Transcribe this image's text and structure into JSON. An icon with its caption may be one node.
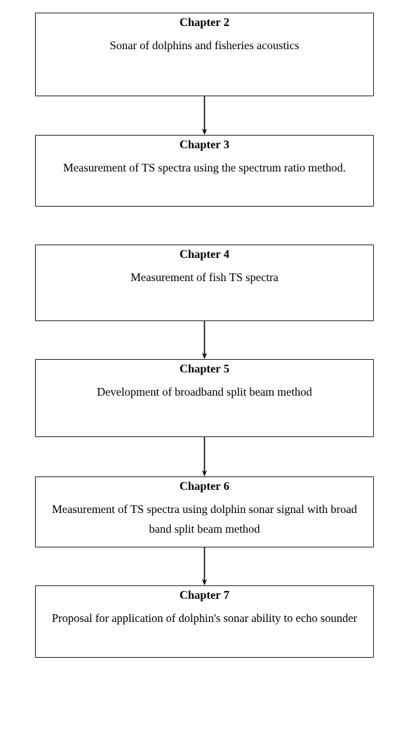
{
  "diagram": {
    "nodes": [
      {
        "text": [
          "Chapter 2",
          "Sonar of dolphins and fisheries acoustics"
        ]
      },
      {
        "text": [
          "Chapter 3",
          "Measurement of TS spectra using the spectrum ratio method."
        ]
      },
      {
        "text": [
          "Chapter 4",
          "Measurement of fish TS spectra"
        ]
      },
      {
        "text": [
          "Chapter 5",
          "Development of broadband split beam method"
        ]
      },
      {
        "text": [
          "Chapter 6",
          "Measurement of TS spectra using dolphin sonar signal with broad band split beam method"
        ]
      },
      {
        "text": [
          "Chapter 7",
          "Proposal for application of dolphin's sonar ability to echo sounder"
        ]
      }
    ],
    "edges": [
      {
        "from": 0,
        "to": 1,
        "arrow": "to"
      },
      {
        "from": 2,
        "to": 3,
        "arrow": "to"
      },
      {
        "from": 3,
        "to": 4,
        "arrow": "to"
      },
      {
        "from": 4,
        "to": 5,
        "arrow": "to"
      }
    ]
  }
}
